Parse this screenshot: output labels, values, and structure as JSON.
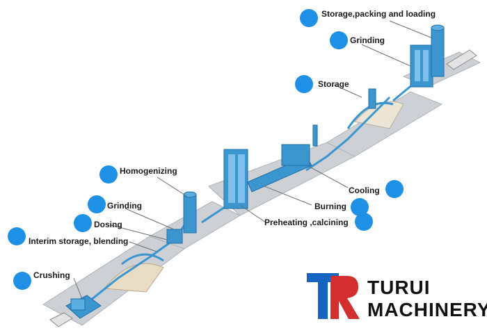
{
  "stages": [
    {
      "id": "storage-packing-loading",
      "label": "Storage,packing and loading"
    },
    {
      "id": "grinding-cement",
      "label": "Grinding"
    },
    {
      "id": "storage-clinker",
      "label": "Storage"
    },
    {
      "id": "homogenizing",
      "label": "Homogenizing"
    },
    {
      "id": "cooling",
      "label": "Cooling"
    },
    {
      "id": "grinding-raw",
      "label": "Grinding"
    },
    {
      "id": "burning",
      "label": "Burning"
    },
    {
      "id": "dosing",
      "label": "Dosing"
    },
    {
      "id": "preheating-calcining",
      "label": "Preheating ,calcining"
    },
    {
      "id": "interim-storage-blending",
      "label": "Interim storage, blending"
    },
    {
      "id": "crushing",
      "label": "Crushing"
    }
  ],
  "brand": {
    "line1": "TURUI",
    "line2": "MACHINERY"
  },
  "colors": {
    "marker": "#1e90e6",
    "equipment": "#3b95cf",
    "logo_blue": "#1565c0",
    "logo_red": "#d32f2f",
    "floor": "#c9cdd2"
  }
}
